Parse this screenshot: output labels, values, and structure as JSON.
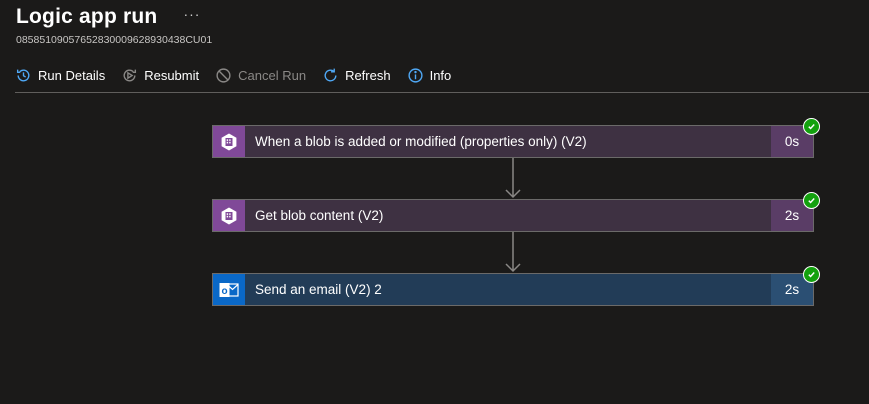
{
  "header": {
    "title": "Logic app run",
    "more_label": "···",
    "run_id": "08585109057652830009628930438CU01"
  },
  "toolbar": {
    "items": [
      {
        "label": "Run Details",
        "icon": "history-icon",
        "disabled": false
      },
      {
        "label": "Resubmit",
        "icon": "resubmit-icon",
        "disabled": false
      },
      {
        "label": "Cancel Run",
        "icon": "cancel-icon",
        "disabled": true
      },
      {
        "label": "Refresh",
        "icon": "refresh-icon",
        "disabled": false
      },
      {
        "label": "Info",
        "icon": "info-icon",
        "disabled": false
      }
    ]
  },
  "steps": [
    {
      "label": "When a blob is added or modified (properties only) (V2)",
      "duration": "0s",
      "status": "succeeded",
      "icon": "blob-storage-icon",
      "color": "#804998"
    },
    {
      "label": "Get blob content (V2)",
      "duration": "2s",
      "status": "succeeded",
      "icon": "blob-storage-icon",
      "color": "#804998"
    },
    {
      "label": "Send an email (V2) 2",
      "duration": "2s",
      "status": "succeeded",
      "icon": "outlook-icon",
      "color": "#0a68c7"
    }
  ],
  "colors": {
    "background": "#1b1a19",
    "success": "#13a10e",
    "accent": "#4fa8f5"
  }
}
